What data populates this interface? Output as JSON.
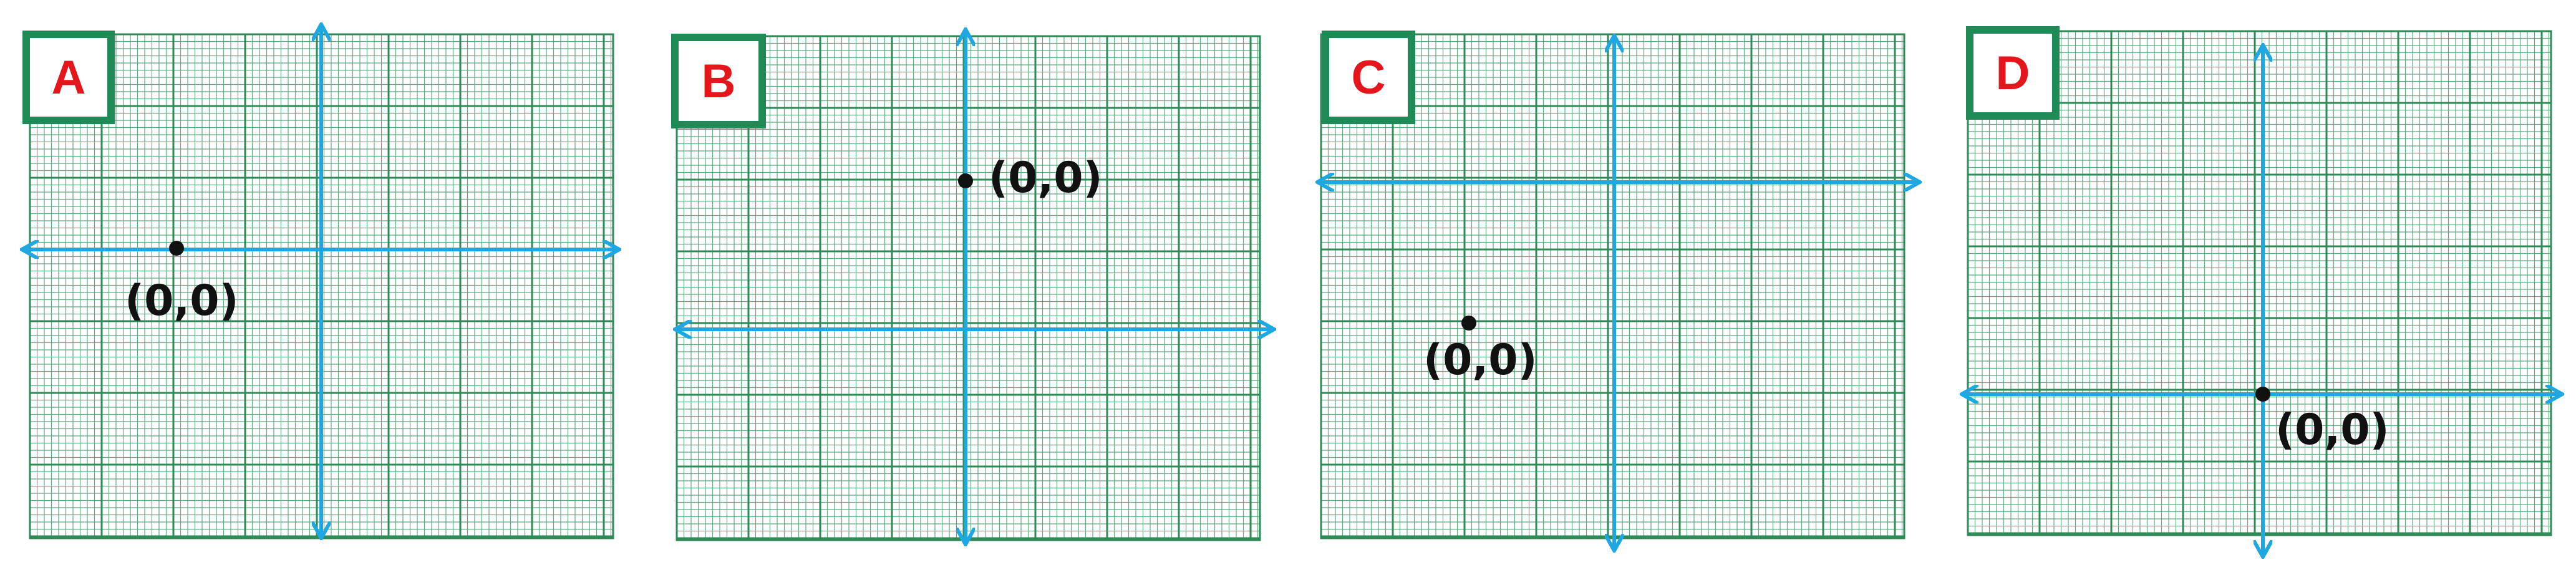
{
  "figure": {
    "grid_color": "#2e8b57",
    "axis_color": "#1ea7e0",
    "point_color": "#111111",
    "label_box_color": "#1e8a55",
    "label_text_color": "#e4161c",
    "point_label_color": "#111111"
  },
  "panels": [
    {
      "label": "A",
      "point_label": "(0,0)"
    },
    {
      "label": "B",
      "point_label": "(0,0)"
    },
    {
      "label": "C",
      "point_label": "(0,0)"
    },
    {
      "label": "D",
      "point_label": "(0,0)"
    }
  ]
}
